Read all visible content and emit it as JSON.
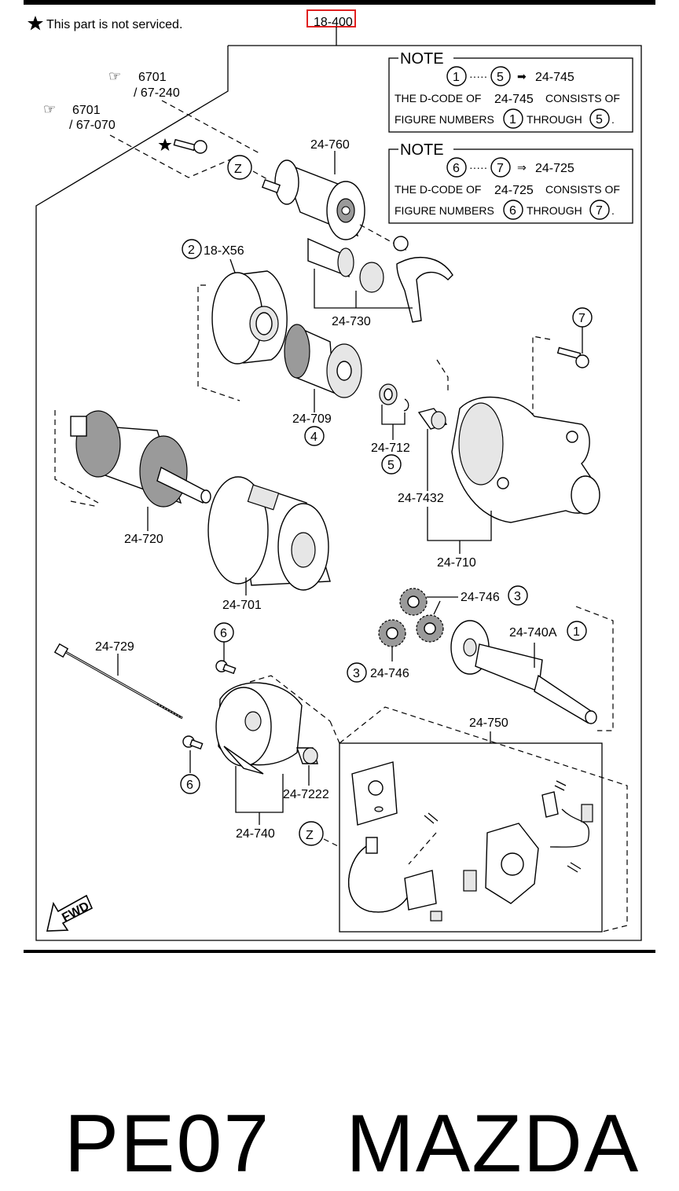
{
  "header": {
    "not_serviced_note": "This part is not serviced.",
    "group_code": "18-400"
  },
  "refs": [
    {
      "code": "6701",
      "sub": "/ 67-240"
    },
    {
      "code": "6701",
      "sub": "/ 67-070"
    }
  ],
  "notes": [
    {
      "title": "NOTE",
      "range_start": "1",
      "range_end": "5",
      "target": "24-745",
      "line1_prefix": "THE D-CODE OF",
      "line1_code": "24-745",
      "line1_suffix": "CONSISTS OF",
      "line2_prefix": "FIGURE NUMBERS",
      "line2_through": "THROUGH",
      "line2_end": "."
    },
    {
      "title": "NOTE",
      "range_start": "6",
      "range_end": "7",
      "target": "24-725",
      "line1_prefix": "THE D-CODE OF",
      "line1_code": "24-725",
      "line1_suffix": "CONSISTS OF",
      "line2_prefix": "FIGURE NUMBERS",
      "line2_through": "THROUGH",
      "line2_end": "."
    }
  ],
  "parts": {
    "solenoid": "24-760",
    "drive_housing_cover": "18-X56",
    "drive_housing_cover_ref": "2",
    "lever_set": "24-730",
    "clutch": "24-709",
    "clutch_ref": "4",
    "bearing_set": "24-712",
    "bearing_ref": "5",
    "bushing": "24-7432",
    "front_housing": "24-710",
    "screw_ref_7": "7",
    "armature": "24-720",
    "yoke": "24-701",
    "gear_a": "24-746",
    "gear_a_ref": "3",
    "gear_b": "24-746",
    "gear_b_ref": "3",
    "shaft": "24-740A",
    "shaft_ref": "1",
    "through_bolt": "24-729",
    "screw_ref_6a": "6",
    "screw_ref_6b": "6",
    "end_bushing": "24-7222",
    "rear_cover": "24-740",
    "brush_holder": "24-750",
    "z_mark_top": "Z",
    "z_mark_bottom": "Z",
    "fwd_arrow": "FWD"
  },
  "footer": {
    "code": "PE07",
    "brand": "MAZDA"
  },
  "colors": {
    "highlight_box": "#e02020"
  }
}
